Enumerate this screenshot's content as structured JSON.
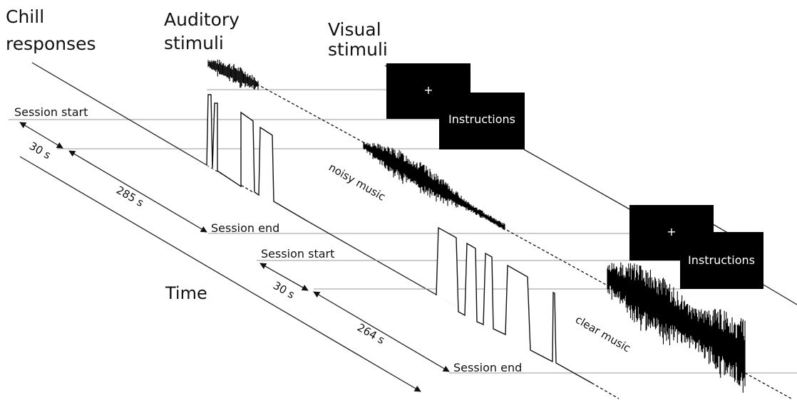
{
  "headers": {
    "chill_line1": "Chill",
    "chill_line2": "responses",
    "auditory_line1": "Auditory",
    "auditory_line2": "stimuli",
    "visual_line1": "Visual",
    "visual_line2": "stimuli"
  },
  "session1": {
    "start_label": "Session start",
    "end_label": "Session end",
    "pre_duration": "30 s",
    "main_duration": "285 s",
    "music_label": "noisy music",
    "fixation_symbol": "+",
    "instructions_label": "Instructions"
  },
  "session2": {
    "start_label": "Session start",
    "end_label": "Session end",
    "pre_duration": "30 s",
    "main_duration": "264 s",
    "music_label": "clear music",
    "fixation_symbol": "+",
    "instructions_label": "Instructions"
  },
  "time_label": "Time"
}
